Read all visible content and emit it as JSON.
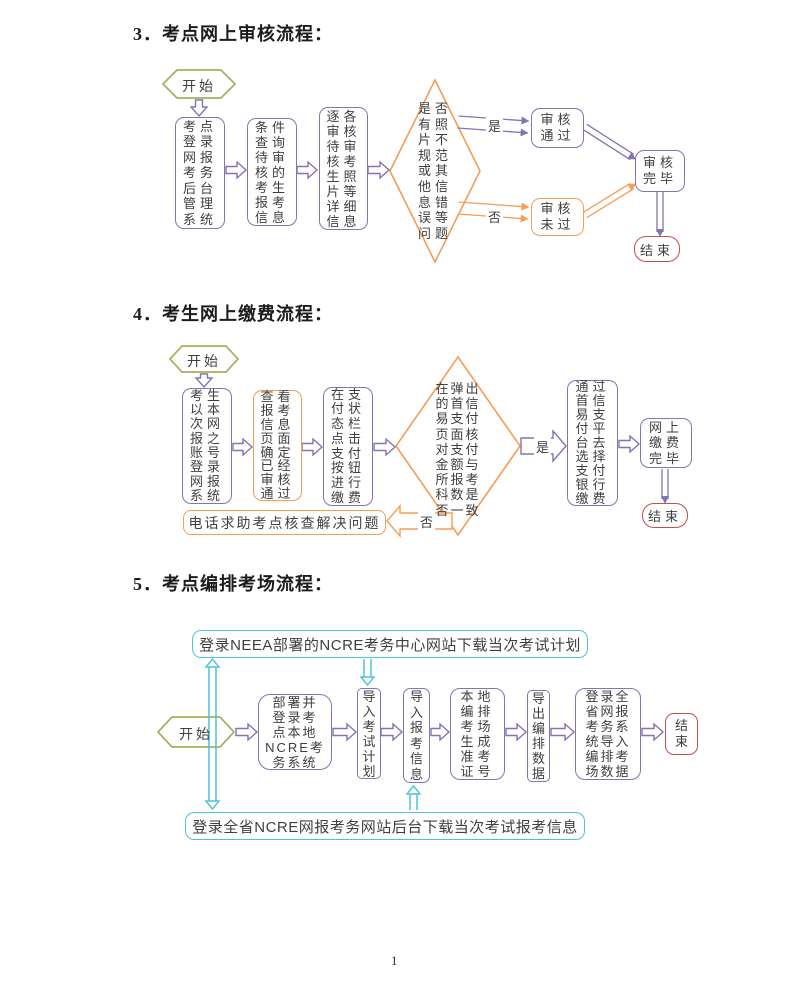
{
  "page_number": "1",
  "colors": {
    "purple": "#8673B2",
    "orange": "#F59D56",
    "green": "#9EB55F",
    "cyan": "#4FC3D6",
    "red": "#C0504D",
    "text": "#3F3F3F"
  },
  "flow_review": {
    "heading": "3．考点网上审核流程：",
    "start_label": "开始",
    "step1": "考点\n登录\n网报\n考务\n后台\n管理\n系统",
    "step2": "条件\n查询\n待审\n核的\n考生\n报考\n信息",
    "step3": "逐各\n审核\n待审\n核考\n生照\n片等\n详细\n信息",
    "decision": "是否\n有照\n片不\n规范\n或其\n他信\n息错\n误等\n问题",
    "yes_label": "是",
    "no_label": "否",
    "pass": "审核\n通过",
    "fail": "审核\n未过",
    "complete": "审核\n完毕",
    "end_label": "结束"
  },
  "flow_payment": {
    "heading": "4．考生网上缴费流程：",
    "start_label": "开始",
    "step1": "考生\n以本\n次网\n报之\n账号\n登录\n网报\n系统",
    "step2": "查看\n报考\n信息\n页面\n确定\n已经\n审核\n通过",
    "step3": "在支\n付状\n态栏\n点击\n支付\n按钮\n进行\n缴费",
    "decision": "在弹出\n的首信\n易支付\n页面核\n对支付\n金额与\n所报考\n科数是\n否一致",
    "yes_label": "是",
    "no_label": "否",
    "help": "电话求助考点核查解决问题",
    "pay": "通过\n首信\n易支\n付平\n台去\n选择\n支付\n银行\n缴费",
    "done": "网上\n缴费\n完毕",
    "end_label": "结束"
  },
  "flow_arrange": {
    "heading": "5．考点编排考场流程：",
    "top_box": "登录NEEA部署的NCRE考务中心网站下载当次考试计划",
    "start_label": "开始",
    "step1": "部署并\n登录考\n点本地\nNCRE考\n务系统",
    "step2": "导\n入\n考\n试\n计\n划",
    "step3": "导\n入\n报\n考\n信\n息",
    "step4": "本地\n编排\n考场\n生成\n准考\n证号",
    "step5": "导\n出\n编\n排\n数\n据",
    "step6": "登录全\n省网报\n考务系\n统导入\n编排考\n场数据",
    "end_label": "结\n束",
    "bottom_box": "登录全省NCRE网报考务网站后台下载当次考试报考信息"
  }
}
